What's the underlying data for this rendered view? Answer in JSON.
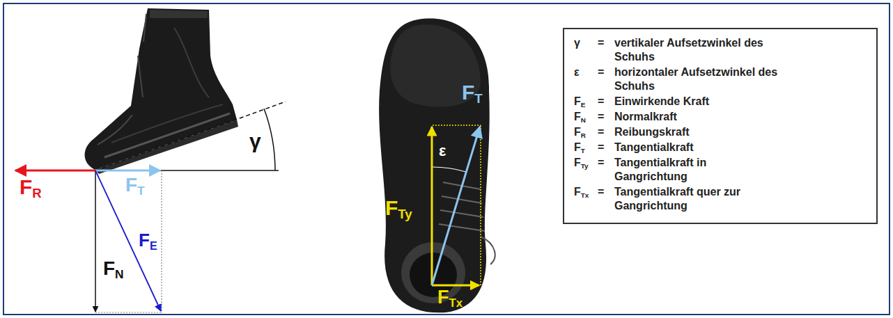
{
  "diagram": {
    "labels": [
      "FR",
      "FT",
      "FN",
      "FE",
      "γ",
      "FT",
      "ε",
      "FTy",
      "FTx",
      "γ",
      "ε",
      "FE",
      "FN",
      "FR",
      "FT",
      "FTy",
      "FTx",
      "=",
      "=",
      "=",
      "=",
      "=",
      "=",
      "=",
      "="
    ],
    "legend": [
      {
        "text": "vertikaler Aufsetzwinkel des Schuhs"
      },
      {
        "text": "horizontaler Aufsetzwinkel des Schuhs"
      },
      {
        "text": "Einwirkende Kraft"
      },
      {
        "text": "Normalkraft"
      },
      {
        "text": "Reibungskraft"
      },
      {
        "text": "Tangentialkraft"
      },
      {
        "text": "Tangentialkraft in Gangrichtung"
      },
      {
        "text": "Tangentialkraft quer zur Gangrichtung"
      }
    ]
  }
}
